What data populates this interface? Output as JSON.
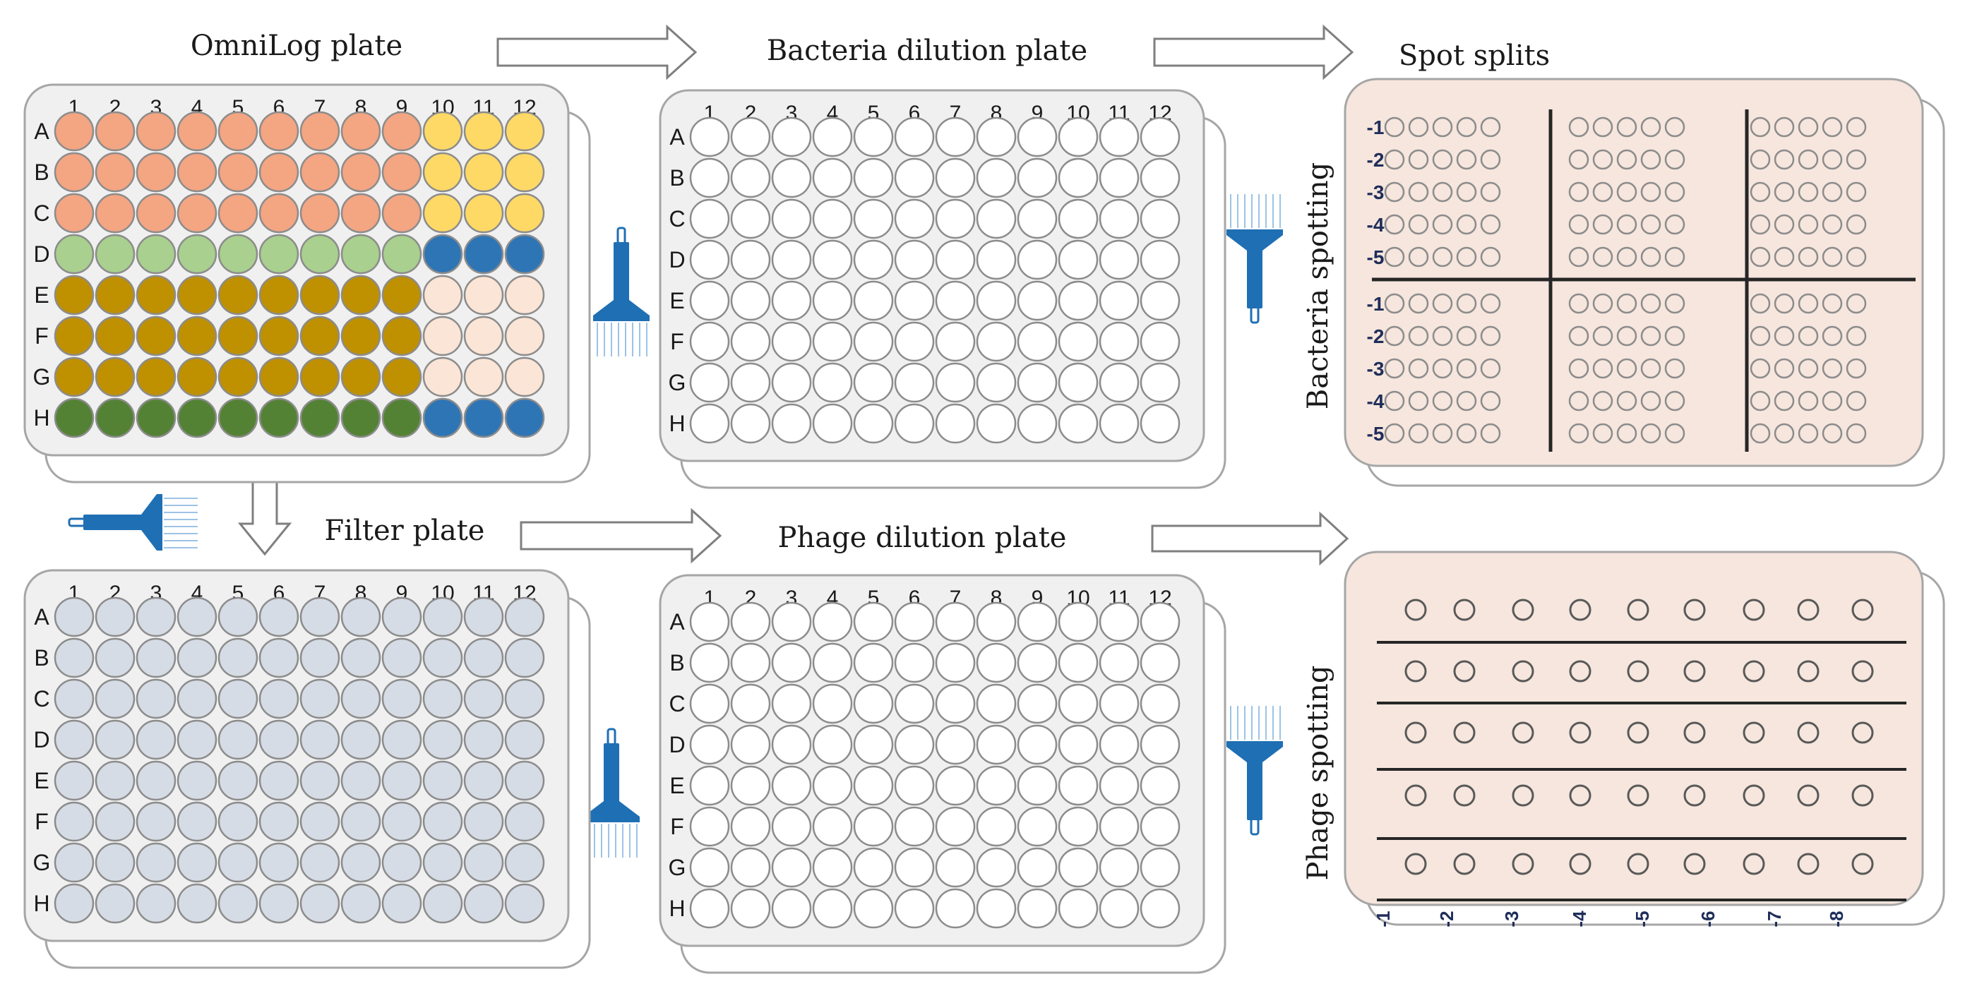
{
  "titles": {
    "omnilog": "OmniLog plate",
    "bacteria_dilution": "Bacteria dilution plate",
    "spot_splits": "Spot splits",
    "filter": "Filter plate",
    "phage_dilution": "Phage dilution plate",
    "bacteria_spotting": "Bacteria spotting",
    "phage_spotting": "Phage spotting"
  },
  "plate": {
    "columns": [
      "1",
      "2",
      "3",
      "4",
      "5",
      "6",
      "7",
      "8",
      "9",
      "10",
      "11",
      "12"
    ],
    "rows": [
      "A",
      "B",
      "C",
      "D",
      "E",
      "F",
      "G",
      "H"
    ]
  },
  "dilution_labels": [
    "-1",
    "-2",
    "-3",
    "-4",
    "-5"
  ],
  "phage_axis_labels": [
    "-1",
    "-2",
    "-3",
    "-4",
    "-5",
    "-6",
    "-7",
    "-8"
  ],
  "colors": {
    "plate_fill": "#f0f0f0",
    "plate_border": "#a6a6a6",
    "well_border": "#8c8c8c",
    "filter_well": "#d6dce5",
    "spot_background": "#f6e6dd",
    "pipette_blue": "#1f6fb4",
    "label_navy": "#1f2d5a",
    "omnilog_rows": [
      [
        "#f4a582",
        "#f4a582",
        "#f4a582",
        "#f4a582",
        "#f4a582",
        "#f4a582",
        "#f4a582",
        "#f4a582",
        "#f4a582",
        "#ffd966",
        "#ffd966",
        "#ffd966"
      ],
      [
        "#f4a582",
        "#f4a582",
        "#f4a582",
        "#f4a582",
        "#f4a582",
        "#f4a582",
        "#f4a582",
        "#f4a582",
        "#f4a582",
        "#ffd966",
        "#ffd966",
        "#ffd966"
      ],
      [
        "#f4a582",
        "#f4a582",
        "#f4a582",
        "#f4a582",
        "#f4a582",
        "#f4a582",
        "#f4a582",
        "#f4a582",
        "#f4a582",
        "#ffd966",
        "#ffd966",
        "#ffd966"
      ],
      [
        "#a9d08e",
        "#a9d08e",
        "#a9d08e",
        "#a9d08e",
        "#a9d08e",
        "#a9d08e",
        "#a9d08e",
        "#a9d08e",
        "#a9d08e",
        "#2e75b6",
        "#2e75b6",
        "#2e75b6"
      ],
      [
        "#bf9000",
        "#bf9000",
        "#bf9000",
        "#bf9000",
        "#bf9000",
        "#bf9000",
        "#bf9000",
        "#bf9000",
        "#bf9000",
        "#fbe5d6",
        "#fbe5d6",
        "#fbe5d6"
      ],
      [
        "#bf9000",
        "#bf9000",
        "#bf9000",
        "#bf9000",
        "#bf9000",
        "#bf9000",
        "#bf9000",
        "#bf9000",
        "#bf9000",
        "#fbe5d6",
        "#fbe5d6",
        "#fbe5d6"
      ],
      [
        "#bf9000",
        "#bf9000",
        "#bf9000",
        "#bf9000",
        "#bf9000",
        "#bf9000",
        "#bf9000",
        "#bf9000",
        "#bf9000",
        "#fbe5d6",
        "#fbe5d6",
        "#fbe5d6"
      ],
      [
        "#548235",
        "#548235",
        "#548235",
        "#548235",
        "#548235",
        "#548235",
        "#548235",
        "#548235",
        "#548235",
        "#2e75b6",
        "#2e75b6",
        "#2e75b6"
      ]
    ]
  }
}
